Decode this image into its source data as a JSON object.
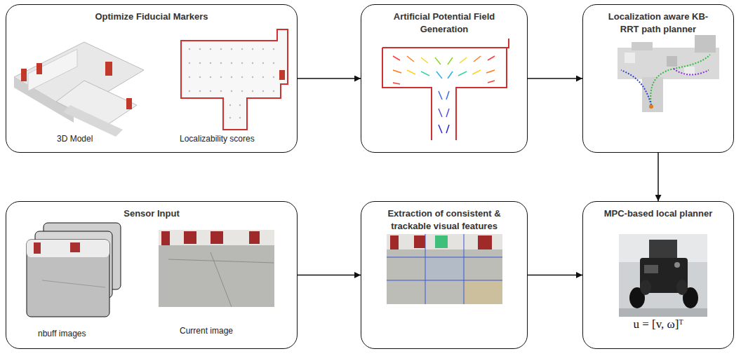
{
  "diagram": {
    "nodes": [
      {
        "text": [
          "Optimize Fiducial Markers",
          "3D Model",
          "Localizability scores"
        ]
      },
      {
        "text": [
          "Artificial Potential Field Generation"
        ]
      },
      {
        "text": [
          "Localization aware KB-RRT path planner"
        ]
      },
      {
        "text": [
          "Sensor Input",
          "nbuff images",
          "Current image"
        ]
      },
      {
        "text": [
          "Extraction of consistent & trackable visual features"
        ]
      },
      {
        "text": [
          "MPC-based local planner",
          "u = [v, ω]ᵀ"
        ]
      }
    ],
    "edges": [
      {
        "from": 0,
        "to": 1,
        "arrow": "to"
      },
      {
        "from": 1,
        "to": 2,
        "arrow": "to"
      },
      {
        "from": 2,
        "to": 5,
        "arrow": "to"
      },
      {
        "from": 3,
        "to": 4,
        "arrow": "to"
      },
      {
        "from": 4,
        "to": 5,
        "arrow": "to"
      }
    ]
  }
}
